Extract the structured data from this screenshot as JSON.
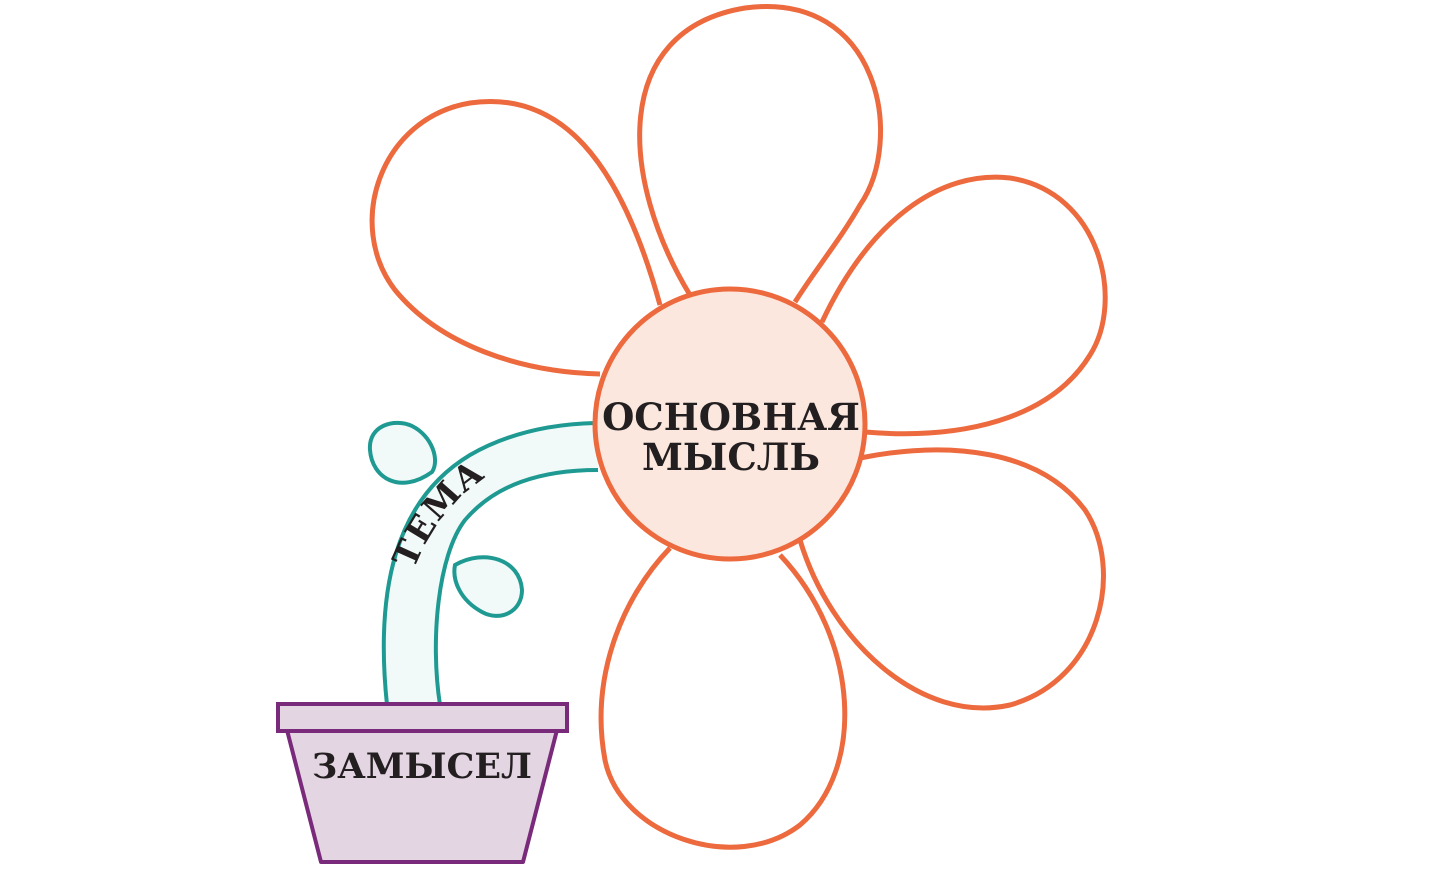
{
  "labels": {
    "center_line1": "ОСНОВНАЯ",
    "center_line2": "МЫСЛЬ",
    "stem": "ТЕМА",
    "pot": "ЗАМЫСЕЛ"
  },
  "colors": {
    "petal_stroke": "#ec6a3e",
    "center_fill": "#fce7df",
    "stem_stroke": "#1f9a92",
    "stem_fill": "#f1faf9",
    "pot_stroke": "#7a2a7a",
    "pot_fill": "#e4d5e3",
    "text": "#231f20"
  }
}
